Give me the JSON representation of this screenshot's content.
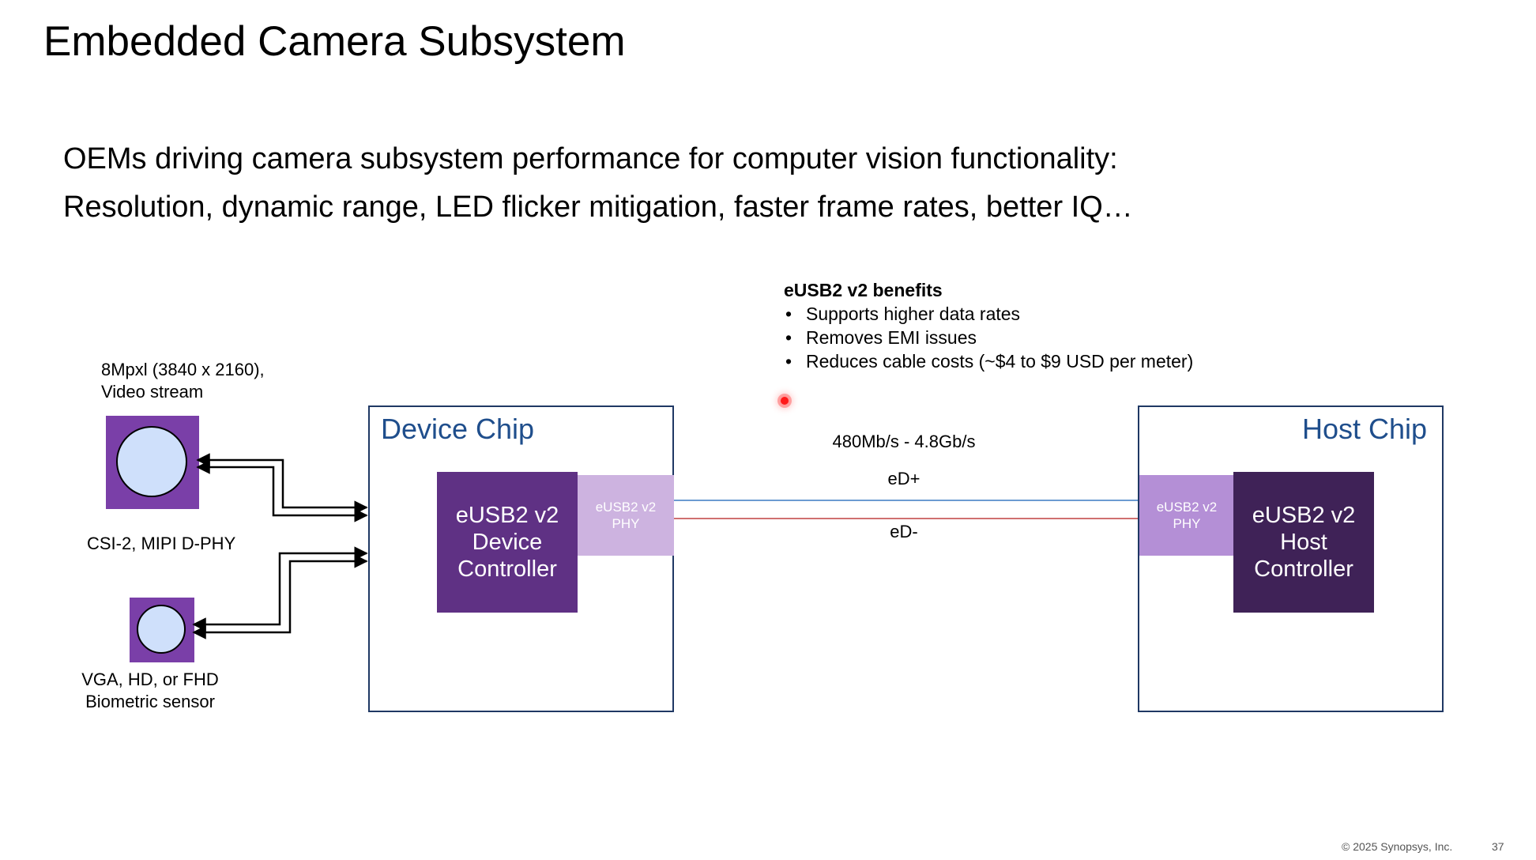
{
  "slide": {
    "title": "Embedded Camera Subsystem",
    "subtitle_line1": "OEMs driving camera subsystem performance for computer vision functionality:",
    "subtitle_line2": "Resolution, dynamic range, LED flicker mitigation, faster frame rates, better IQ…"
  },
  "benefits": {
    "heading": "eUSB2 v2 benefits",
    "bullet": "•",
    "items": [
      "Supports higher data rates",
      "Removes EMI issues",
      "Reduces cable costs (~$4 to $9 USD per meter)"
    ]
  },
  "sensors": {
    "main_label_line1": "8Mpxl (3840 x 2160),",
    "main_label_line2": "Video stream",
    "interface_label": "CSI-2, MIPI D-PHY",
    "bio_label_line1": "VGA, HD, or FHD",
    "bio_label_line2": "Biometric sensor"
  },
  "device_chip": {
    "title": "Device Chip",
    "controller_line1": "eUSB2 v2",
    "controller_line2": "Device",
    "controller_line3": "Controller",
    "phy_line1": "eUSB2 v2",
    "phy_line2": "PHY"
  },
  "host_chip": {
    "title": "Host Chip",
    "controller_line1": "eUSB2 v2",
    "controller_line2": "Host",
    "controller_line3": "Controller",
    "phy_line1": "eUSB2 v2",
    "phy_line2": "PHY"
  },
  "link": {
    "rate": "480Mb/s - 4.8Gb/s",
    "pos_signal": "eD+",
    "neg_signal": "eD-"
  },
  "colors": {
    "device_controller": "#5f3184",
    "host_controller": "#3f2257",
    "device_phy": "#cdb3e0",
    "host_phy": "#b48fd6",
    "sensor": "#7a3fa8",
    "lens": "#cfe0fb",
    "chip_border": "#1f3864",
    "chip_title": "#1f4e8c",
    "line_pos": "#6c9bd2",
    "line_neg": "#d07070"
  },
  "footer": {
    "copyright": "© 2025 Synopsys, Inc.",
    "page_number": "37"
  }
}
